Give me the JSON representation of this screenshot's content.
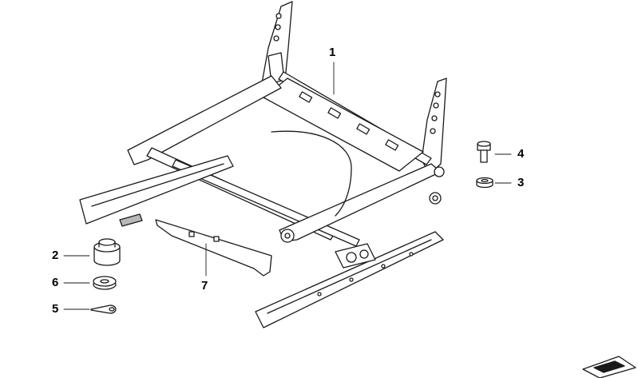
{
  "diagram": {
    "callouts": [
      {
        "id": "1",
        "label": "1"
      },
      {
        "id": "2",
        "label": "2"
      },
      {
        "id": "3",
        "label": "3"
      },
      {
        "id": "4",
        "label": "4"
      },
      {
        "id": "5",
        "label": "5"
      },
      {
        "id": "6",
        "label": "6"
      },
      {
        "id": "7",
        "label": "7"
      }
    ],
    "colors": {
      "line": "#1a1a1a",
      "part_fill": "#ffffff",
      "shade": "#b8b8b8"
    }
  }
}
